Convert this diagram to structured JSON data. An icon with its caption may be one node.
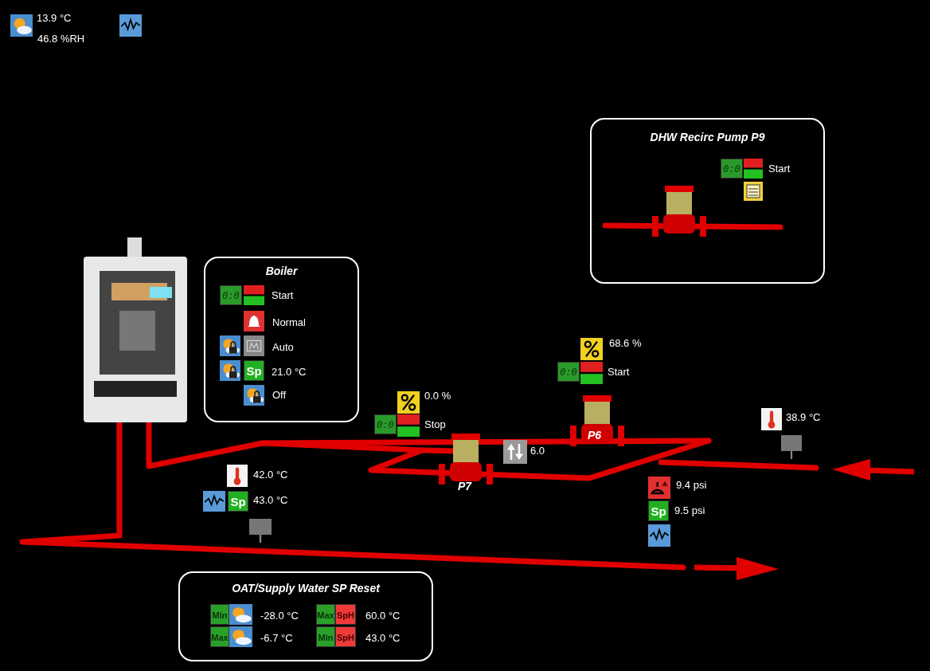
{
  "diagram": {
    "nodes": [
      {
        "text": [
          "Boiler",
          "Start",
          "Normal",
          "Auto",
          "21.0 °C",
          "Off"
        ]
      },
      {
        "text": [
          "DHW Recirc Pump P9",
          "Start"
        ]
      },
      {
        "text": [
          "OAT/Supply Water SP Reset",
          "-28.0 °C",
          "-6.7 °C",
          "60.0 °C",
          "43.0 °C"
        ]
      },
      {
        "text": [
          "P7"
        ]
      },
      {
        "text": [
          "P6"
        ]
      }
    ],
    "labels": [
      "13.9 °C",
      "46.8 %RH",
      "0:0",
      "0:0",
      "Sp",
      "68.6 %",
      "0:0",
      "Start",
      "0.0 %",
      "0:0",
      "Stop",
      "6.0",
      "38.9 °C",
      "42.0 °C",
      "Sp",
      "43.0 °C",
      "9.4 psi",
      "Sp",
      "9.5 psi",
      "Min",
      "Max",
      "Max",
      "SpH",
      "Min",
      "SpH"
    ]
  }
}
